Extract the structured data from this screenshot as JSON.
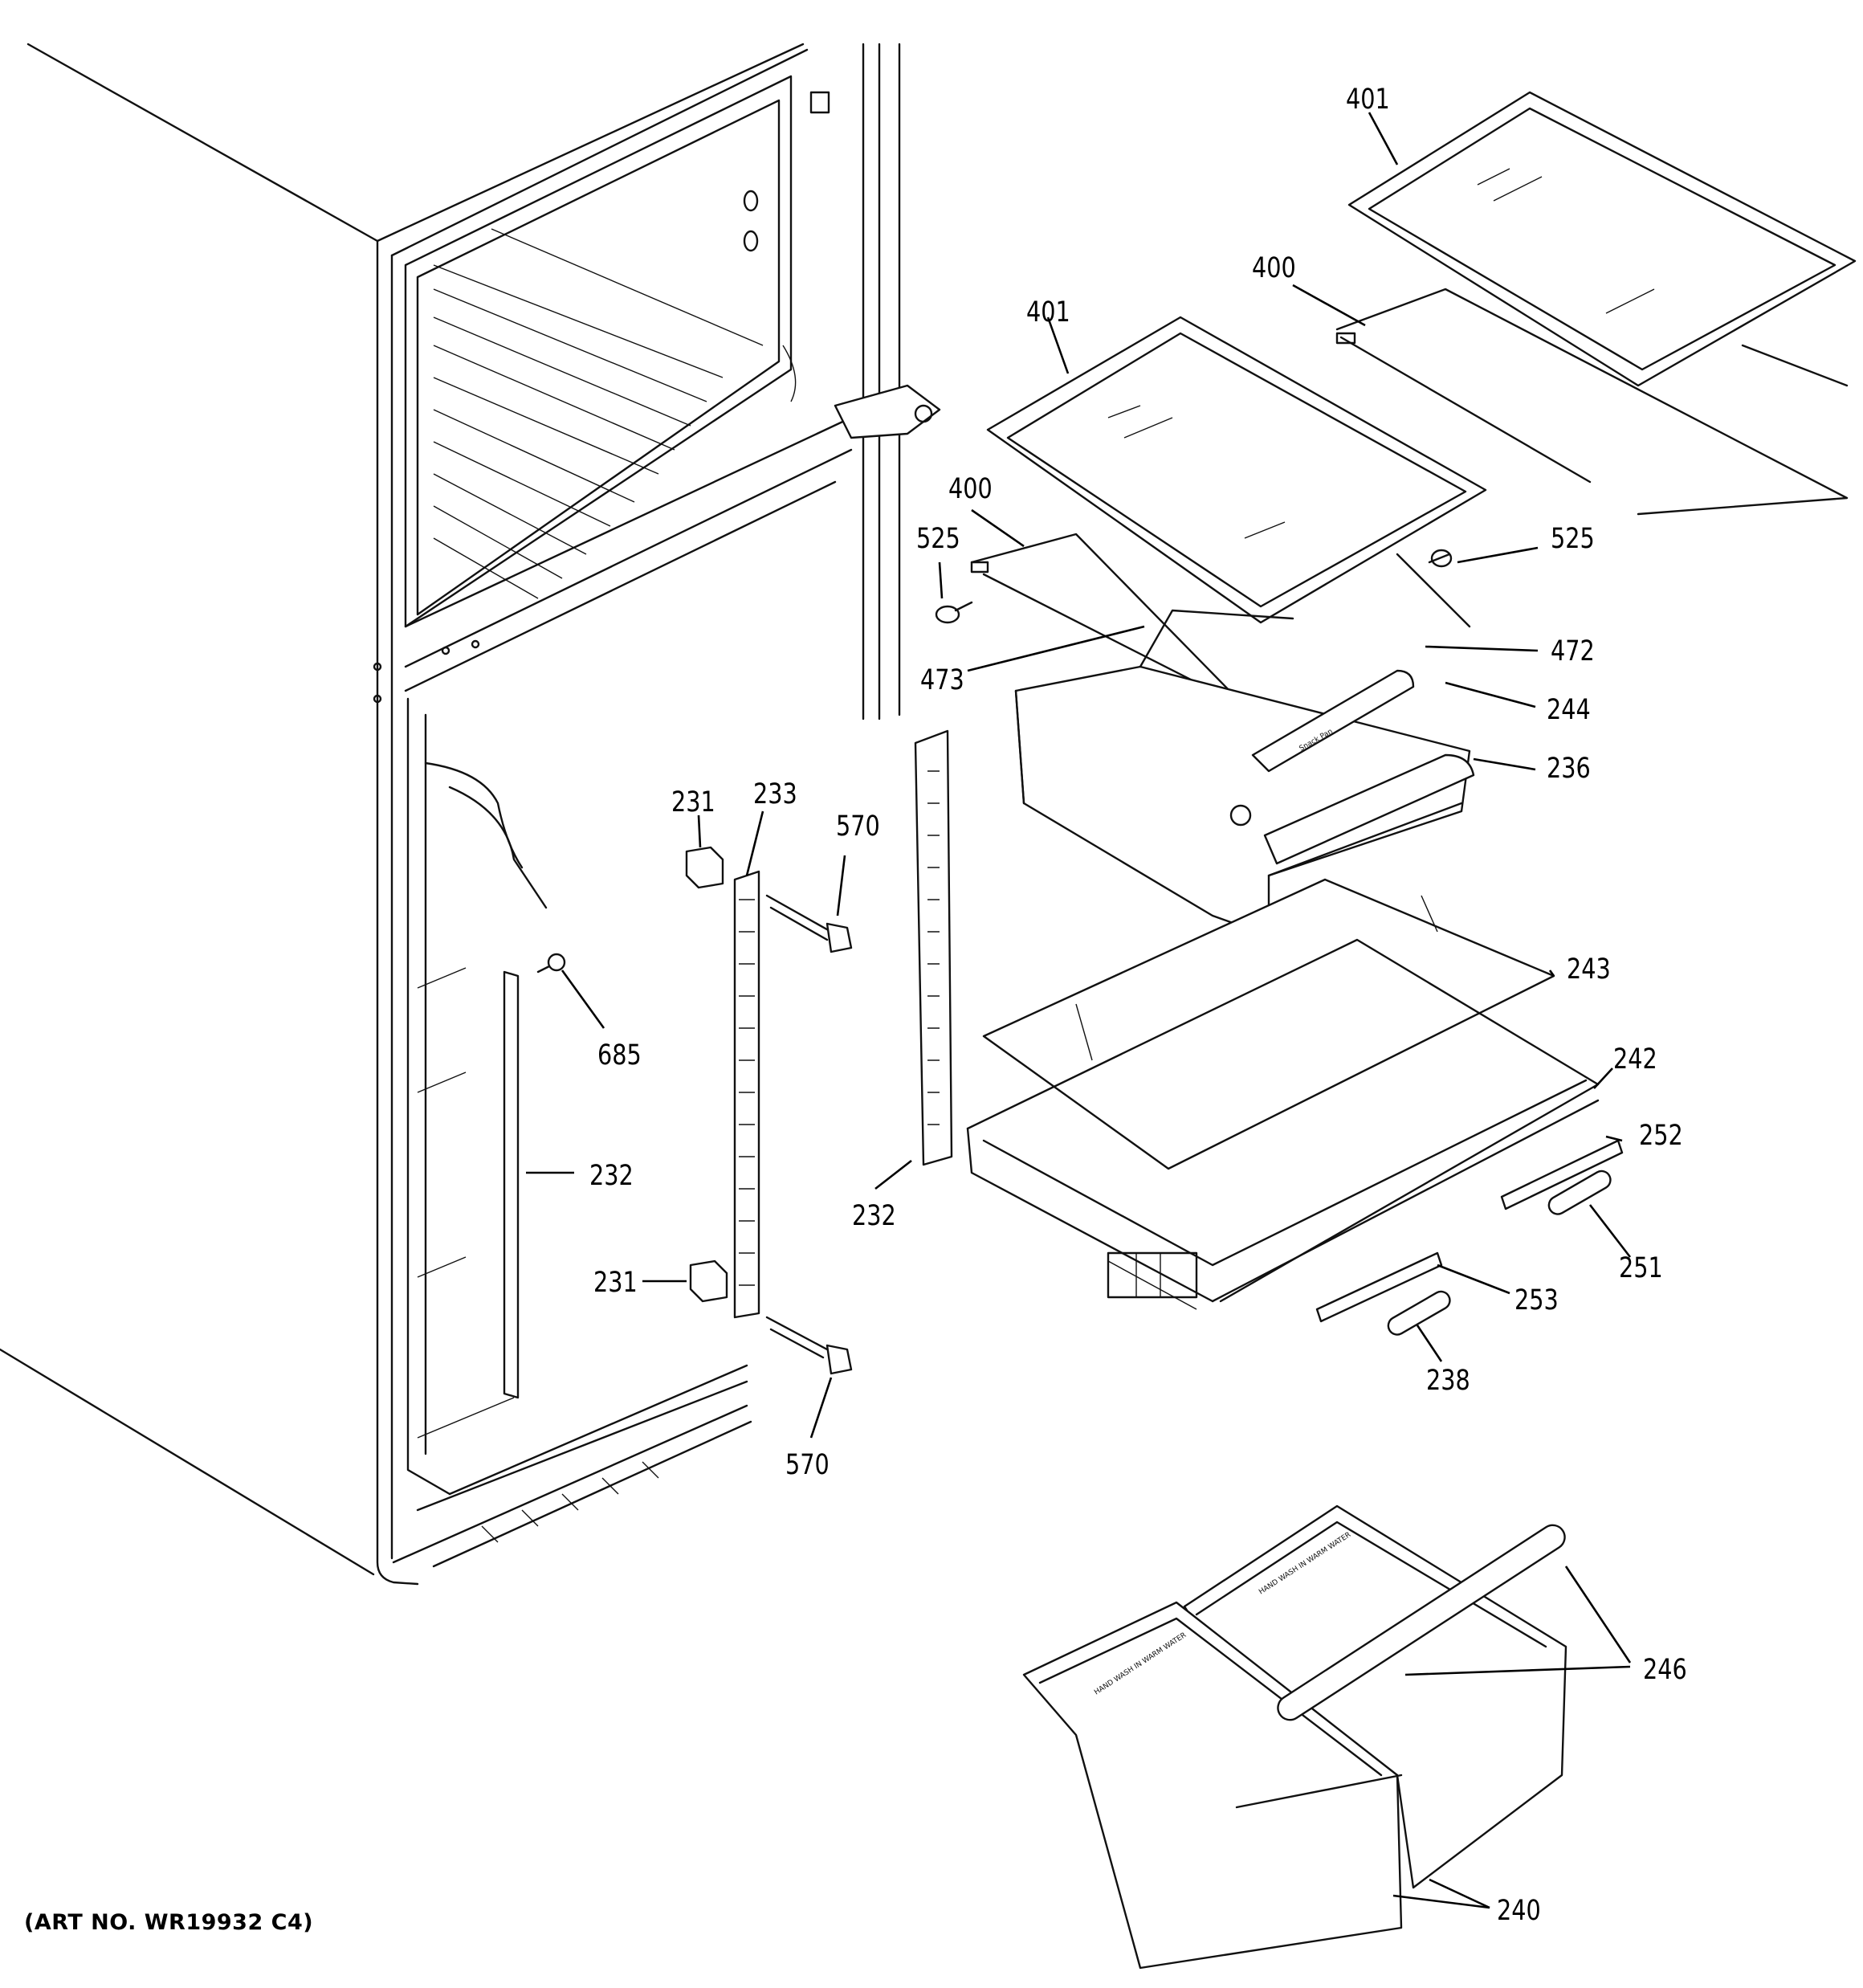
{
  "diagram": {
    "art_number": "(ART NO. WR19932 C4)",
    "callouts": {
      "c401a": "401",
      "c401b": "401",
      "c400a": "400",
      "c400b": "400",
      "c525a": "525",
      "c525b": "525",
      "c472": "472",
      "c473": "473",
      "c244": "244",
      "c236": "236",
      "c243": "243",
      "c242": "242",
      "c252": "252",
      "c251": "251",
      "c253": "253",
      "c238": "238",
      "c231a": "231",
      "c231b": "231",
      "c233": "233",
      "c570a": "570",
      "c570b": "570",
      "c685": "685",
      "c232a": "232",
      "c232b": "232",
      "c246": "246",
      "c240": "240"
    },
    "part_markings": {
      "snack_pan": "Snack Pan",
      "wash_note": "HAND WASH IN WARM WATER"
    }
  }
}
